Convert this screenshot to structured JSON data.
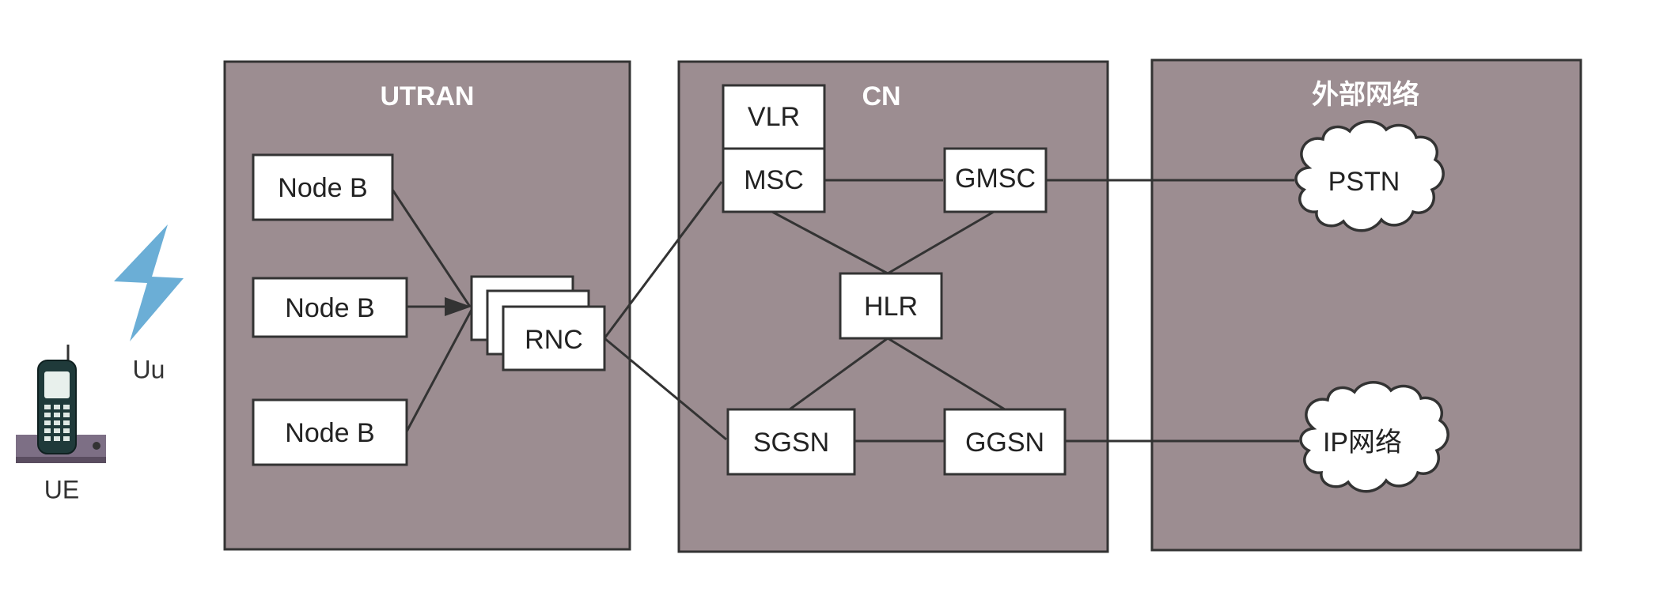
{
  "regions": {
    "utran": "UTRAN",
    "cn": "CN",
    "external": "外部网络"
  },
  "utran_nodes": {
    "node_b_1": "Node B",
    "node_b_2": "Node B",
    "node_b_3": "Node B",
    "rnc": "RNC"
  },
  "cn_nodes": {
    "vlr": "VLR",
    "msc": "MSC",
    "gmsc": "GMSC",
    "hlr": "HLR",
    "sgsn": "SGSN",
    "ggsn": "GGSN"
  },
  "external_networks": {
    "pstn": "PSTN",
    "ip": "IP网络"
  },
  "ue": {
    "label": "UE",
    "interface_label": "Uu"
  },
  "icons": {
    "ue": "mobile-phone-icon",
    "radio": "lightning-bolt-icon"
  },
  "colors": {
    "region_fill": "#9c8d91",
    "lightning": "#6baed6"
  }
}
